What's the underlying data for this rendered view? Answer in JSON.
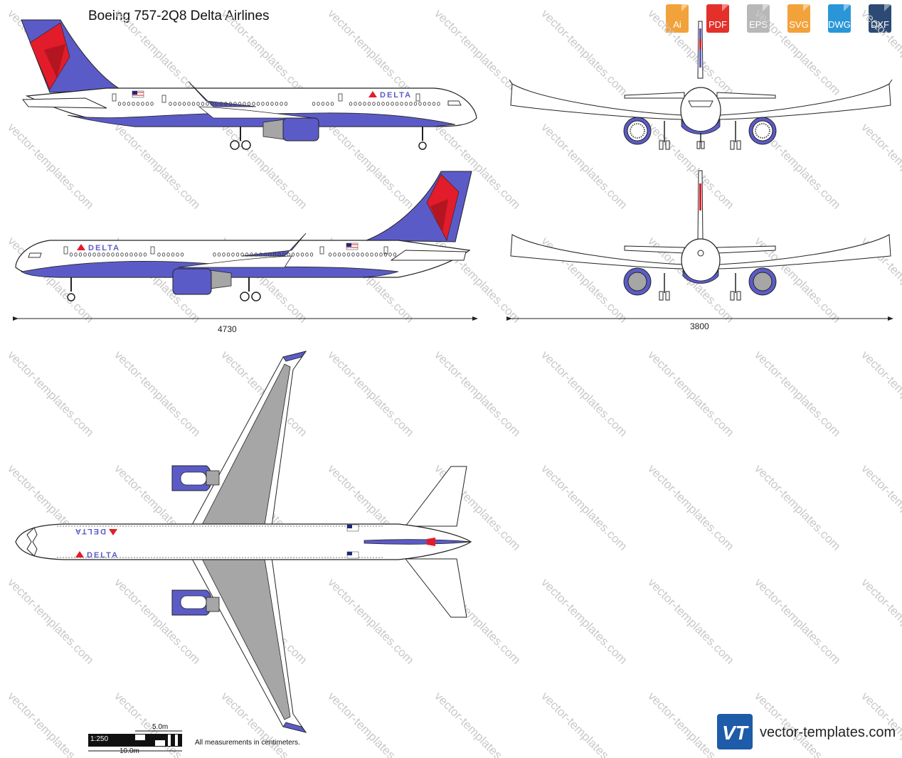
{
  "title": "Boeing 757-2Q8 Delta Airlines",
  "formats": [
    {
      "label": "Ai",
      "color": "#f2a23a"
    },
    {
      "label": "PDF",
      "color": "#e3302a"
    },
    {
      "label": "EPS",
      "color": "#b8b8b8"
    },
    {
      "label": "SVG",
      "color": "#f2a23a"
    },
    {
      "label": "DWG",
      "color": "#2a96d8"
    },
    {
      "label": "DXF",
      "color": "#2c4a74"
    }
  ],
  "livery": {
    "brand": "DELTA",
    "fuselage_blue": "#5b5bc8",
    "tail_red": "#e21c2a",
    "wing_gray": "#a6a6a6"
  },
  "dimensions": {
    "length": "4730",
    "wingspan": "3800"
  },
  "scale": {
    "ratio": "1:250",
    "small_bar": "5.0m",
    "big_bar": "10.0m"
  },
  "note": "All measurements in centimeters.",
  "watermark": "vector-templates.com",
  "footer_url": "vector-templates.com",
  "logo_text": "VT"
}
